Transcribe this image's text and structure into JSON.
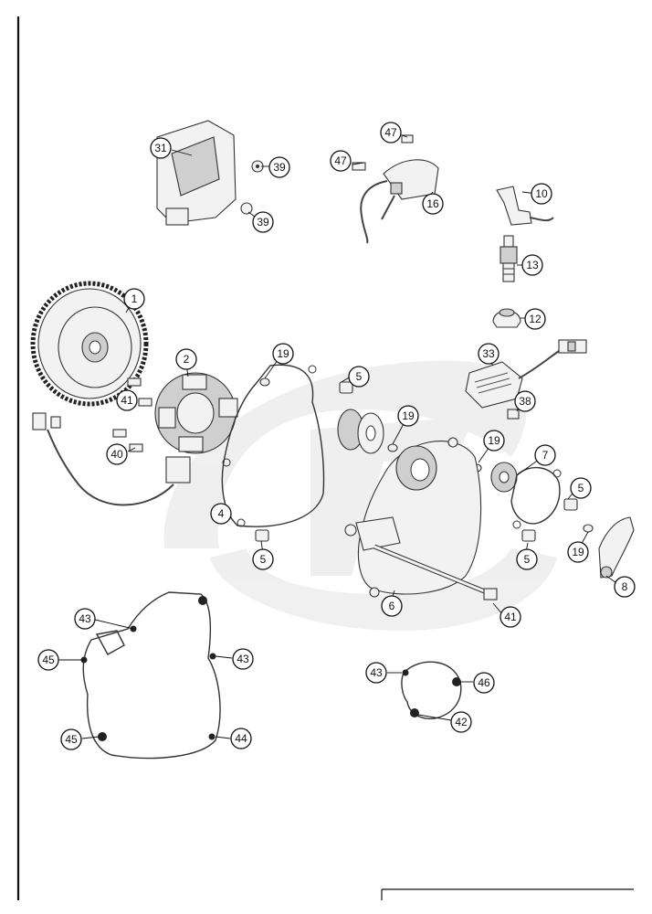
{
  "diagram": {
    "callouts": [
      {
        "id": "c1",
        "label": "1"
      },
      {
        "id": "c2",
        "label": "2"
      },
      {
        "id": "c4",
        "label": "4"
      },
      {
        "id": "c5a",
        "label": "5"
      },
      {
        "id": "c5b",
        "label": "5"
      },
      {
        "id": "c5c",
        "label": "5"
      },
      {
        "id": "c5d",
        "label": "5"
      },
      {
        "id": "c6",
        "label": "6"
      },
      {
        "id": "c7",
        "label": "7"
      },
      {
        "id": "c8",
        "label": "8"
      },
      {
        "id": "c10",
        "label": "10"
      },
      {
        "id": "c12",
        "label": "12"
      },
      {
        "id": "c13",
        "label": "13"
      },
      {
        "id": "c16",
        "label": "16"
      },
      {
        "id": "c19a",
        "label": "19"
      },
      {
        "id": "c19b",
        "label": "19"
      },
      {
        "id": "c19c",
        "label": "19"
      },
      {
        "id": "c19d",
        "label": "19"
      },
      {
        "id": "c31",
        "label": "31"
      },
      {
        "id": "c33",
        "label": "33"
      },
      {
        "id": "c38",
        "label": "38"
      },
      {
        "id": "c39a",
        "label": "39"
      },
      {
        "id": "c39b",
        "label": "39"
      },
      {
        "id": "c40",
        "label": "40"
      },
      {
        "id": "c41a",
        "label": "41"
      },
      {
        "id": "c41b",
        "label": "41"
      },
      {
        "id": "c42",
        "label": "42"
      },
      {
        "id": "c43a",
        "label": "43"
      },
      {
        "id": "c43b",
        "label": "43"
      },
      {
        "id": "c43c",
        "label": "43"
      },
      {
        "id": "c44",
        "label": "44"
      },
      {
        "id": "c45a",
        "label": "45"
      },
      {
        "id": "c45b",
        "label": "45"
      },
      {
        "id": "c46",
        "label": "46"
      },
      {
        "id": "c47a",
        "label": "47"
      },
      {
        "id": "c47b",
        "label": "47"
      }
    ]
  }
}
